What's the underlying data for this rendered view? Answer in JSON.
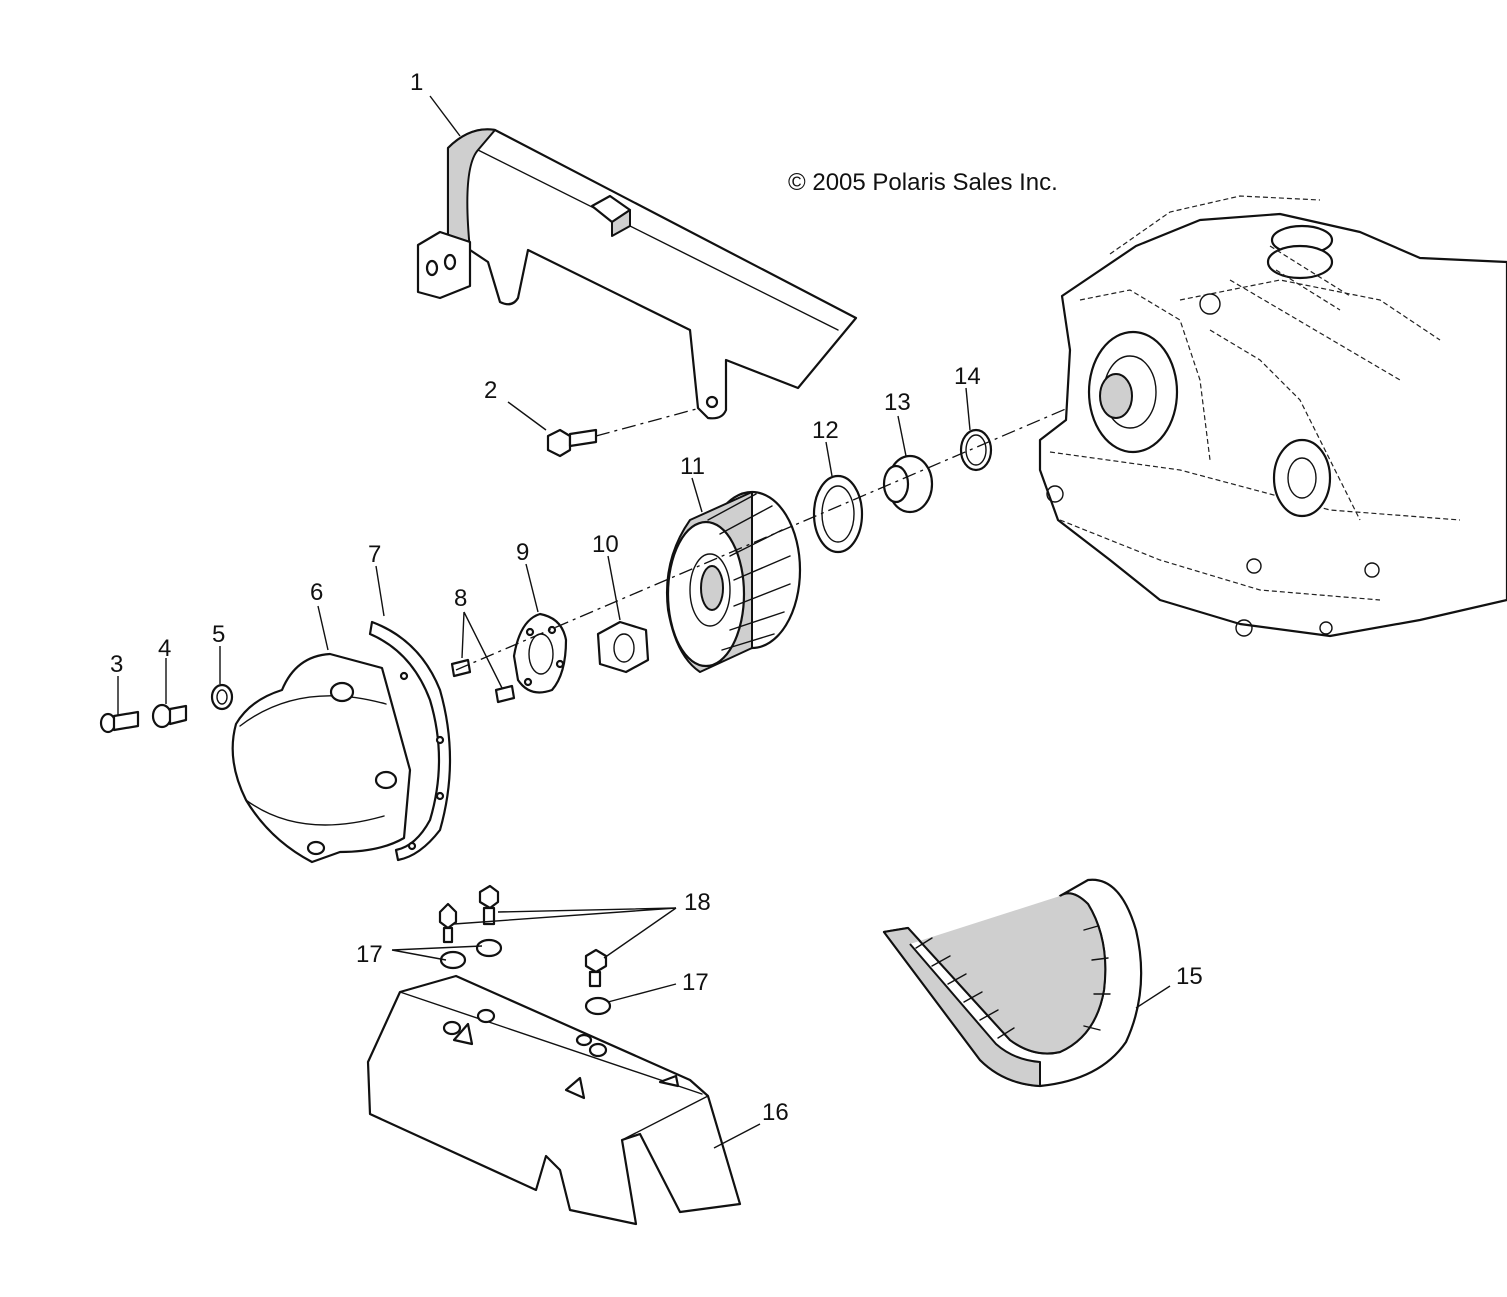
{
  "diagram": {
    "copyright": "© 2005 Polaris Sales Inc.",
    "callouts": [
      {
        "id": "1",
        "label": "1"
      },
      {
        "id": "2",
        "label": "2"
      },
      {
        "id": "3",
        "label": "3"
      },
      {
        "id": "4",
        "label": "4"
      },
      {
        "id": "5",
        "label": "5"
      },
      {
        "id": "6",
        "label": "6"
      },
      {
        "id": "7",
        "label": "7"
      },
      {
        "id": "8",
        "label": "8"
      },
      {
        "id": "9",
        "label": "9"
      },
      {
        "id": "10",
        "label": "10"
      },
      {
        "id": "11",
        "label": "11"
      },
      {
        "id": "12",
        "label": "12"
      },
      {
        "id": "13",
        "label": "13"
      },
      {
        "id": "14",
        "label": "14"
      },
      {
        "id": "15",
        "label": "15"
      },
      {
        "id": "16",
        "label": "16"
      },
      {
        "id": "17a",
        "label": "17"
      },
      {
        "id": "17b",
        "label": "17"
      },
      {
        "id": "18",
        "label": "18"
      }
    ]
  }
}
